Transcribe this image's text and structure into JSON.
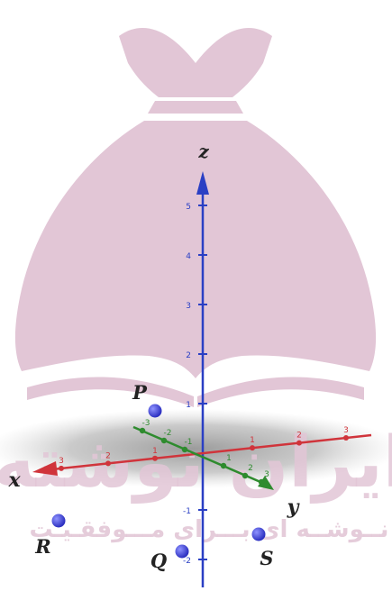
{
  "watermark": {
    "title": "ایران نوشته",
    "subtitle": "نــوشــه ای بـــرای مـــوفقـیـت",
    "color": "#e2c6d6"
  },
  "axes": {
    "x": {
      "name": "x",
      "color": "#d0343b",
      "ticks": [
        "3",
        "2",
        "1",
        "1",
        "2",
        "3"
      ]
    },
    "y": {
      "name": "y",
      "color": "#2e8b2e",
      "ticks": [
        "3",
        "2",
        "1",
        "1",
        "2",
        "3"
      ]
    },
    "z": {
      "name": "z",
      "color": "#2a3fc4",
      "ticks": [
        "5",
        "4",
        "3",
        "2",
        "1",
        "1",
        "2"
      ]
    }
  },
  "points": [
    {
      "label": "P",
      "color": "#3b3fd6"
    },
    {
      "label": "R",
      "color": "#3b3fd6"
    },
    {
      "label": "Q",
      "color": "#3b3fd6"
    },
    {
      "label": "S",
      "color": "#3b3fd6"
    }
  ]
}
